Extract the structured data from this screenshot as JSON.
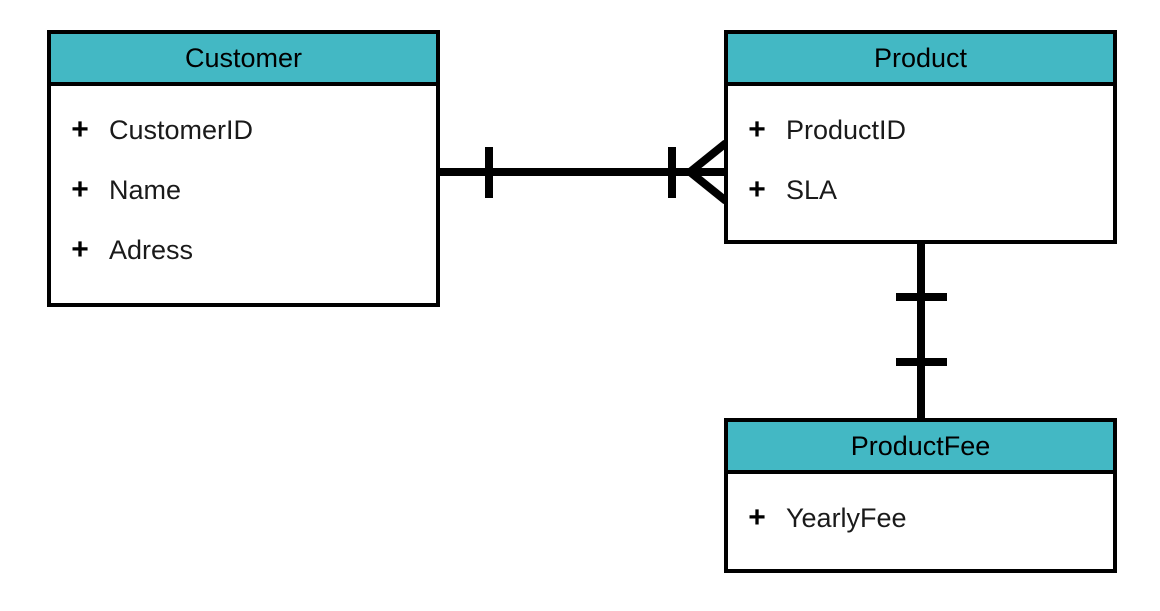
{
  "diagram": {
    "type": "entity-relationship-diagram",
    "notation": "crow's foot",
    "background_color": "#ffffff",
    "header_color": "#43b8c4",
    "border_color": "#000000",
    "body_color": "#ffffff",
    "attribute_marker": "+"
  },
  "entities": [
    {
      "name": "Customer",
      "title": "Customer",
      "attributes": [
        {
          "marker": "+",
          "label": "CustomerID"
        },
        {
          "marker": "+",
          "label": "Name"
        },
        {
          "marker": "+",
          "label": "Adress"
        }
      ]
    },
    {
      "name": "Product",
      "title": "Product",
      "attributes": [
        {
          "marker": "+",
          "label": "ProductID"
        },
        {
          "marker": "+",
          "label": "SLA"
        }
      ]
    },
    {
      "name": "ProductFee",
      "title": "ProductFee",
      "attributes": [
        {
          "marker": "+",
          "label": "YearlyFee"
        }
      ]
    }
  ],
  "relationships": [
    {
      "name": "customer-product",
      "from": "Customer",
      "to": "Product",
      "orientation": "horizontal",
      "from_cardinality": "one-and-only-one",
      "to_cardinality": "one-or-many"
    },
    {
      "name": "product-productfee",
      "from": "Product",
      "to": "ProductFee",
      "orientation": "vertical",
      "from_cardinality": "one-and-only-one",
      "to_cardinality": "one-and-only-one"
    }
  ]
}
